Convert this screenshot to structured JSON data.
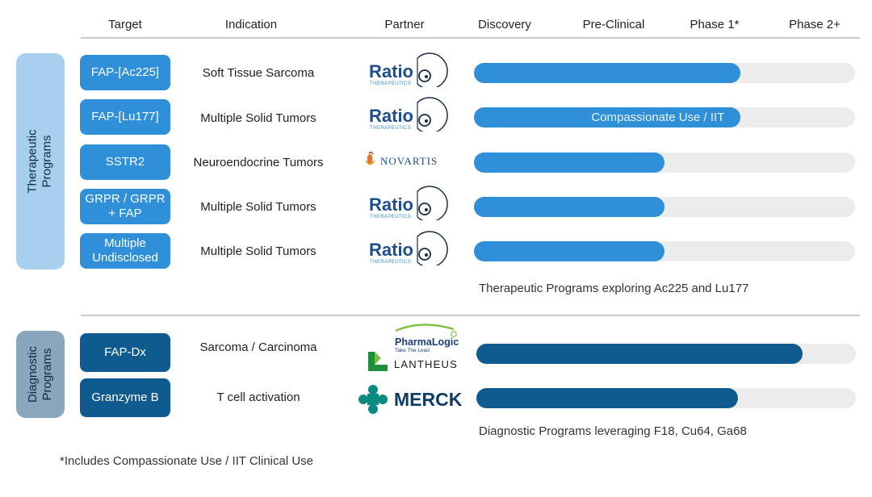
{
  "headers": {
    "target": "Target",
    "indication": "Indication",
    "partner": "Partner",
    "discovery": "Discovery",
    "preclinical": "Pre-Clinical",
    "phase1": "Phase 1*",
    "phase2": "Phase 2+"
  },
  "groups": {
    "therapeutic": "Therapeutic Programs",
    "diagnostic": "Diagnostic Programs"
  },
  "therapeutic_rows": [
    {
      "target": "FAP-[Ac225]",
      "indication": "Soft Tissue Sarcoma",
      "partner": "Ratio Therapeutics",
      "progress": 0.7,
      "bar_label": ""
    },
    {
      "target": "FAP-[Lu177]",
      "indication": "Multiple Solid Tumors",
      "partner": "Ratio Therapeutics",
      "progress": 0.7,
      "bar_label": "Compassionate Use / IIT"
    },
    {
      "target": "SSTR2",
      "indication": "Neuroendocrine Tumors",
      "partner": "Novartis",
      "progress": 0.5,
      "bar_label": ""
    },
    {
      "target": "GRPR / GRPR + FAP",
      "indication": "Multiple Solid Tumors",
      "partner": "Ratio Therapeutics",
      "progress": 0.5,
      "bar_label": ""
    },
    {
      "target": "Multiple Undisclosed",
      "indication": "Multiple Solid Tumors",
      "partner": "Ratio Therapeutics",
      "progress": 0.5,
      "bar_label": ""
    }
  ],
  "diagnostic_rows": [
    {
      "target": "FAP-Dx",
      "indication": "Sarcoma / Carcinoma",
      "partner": "PharmaLogic / Lantheus",
      "progress": 0.86
    },
    {
      "target": "Granzyme B",
      "indication": "T cell activation",
      "partner": "Merck",
      "progress": 0.69
    }
  ],
  "logos": {
    "ratio_word": "Ratio",
    "ratio_sub": "THERAPEUTICS",
    "novartis": "NOVARTIS",
    "pharmalogic": "PharmaLogic",
    "pharmalogic_tag": "Take The Lead",
    "lantheus": "LANTHEUS",
    "merck": "MERCK"
  },
  "notes": {
    "therapeutic": "Therapeutic Programs exploring Ac225 and Lu177",
    "diagnostic": "Diagnostic Programs leveraging F18, Cu64, Ga68",
    "footnote": "*Includes Compassionate Use / IIT Clinical Use"
  },
  "colors": {
    "therapeutic_fill": "#2f8fd8",
    "diagnostic_fill": "#0f5a8e",
    "therapeutic_pill": "#a9cfee",
    "diagnostic_pill": "#8aa6bd",
    "track": "#ececec"
  }
}
